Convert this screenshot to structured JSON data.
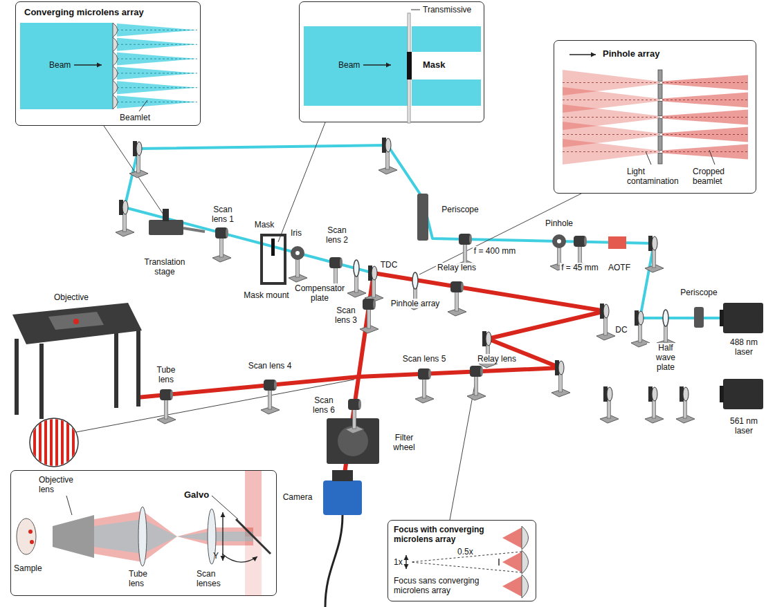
{
  "diagram": {
    "nodes": [
      {
        "text": [
          "Converging microlens array",
          "Beam",
          "Beamlet"
        ]
      },
      {
        "text": [
          "Transmissive",
          "Beam",
          "Mask"
        ]
      },
      {
        "text": [
          "Pinhole array",
          "Light contamination",
          "Cropped beamlet"
        ]
      },
      {
        "text": [
          "Objective lens",
          "Galvo",
          "Sample",
          "Tube lens",
          "Scan lenses",
          "Y"
        ]
      },
      {
        "text": [
          "Focus with converging microlens array",
          "1x",
          "0.5x",
          "Focus sans converging microlens array"
        ]
      }
    ],
    "labels": [
      "Scan lens 1",
      "Mask",
      "Iris",
      "Scan lens 2",
      "Periscope",
      "Translation stage",
      "Mask mount",
      "Compensator plate",
      "f = 400 mm",
      "Pinhole",
      "f = 45 mm",
      "AOTF",
      "TDC",
      "Scan lens 3",
      "Objective",
      "Relay lens",
      "Pinhole array",
      "Scan lens 4",
      "Tube lens",
      "Relay lens",
      "DC",
      "Half wave plate",
      "Periscope",
      "488 nm laser",
      "Scan lens 6",
      "Filter wheel",
      "Scan lens 5",
      "561 nm laser",
      "Camera"
    ]
  }
}
